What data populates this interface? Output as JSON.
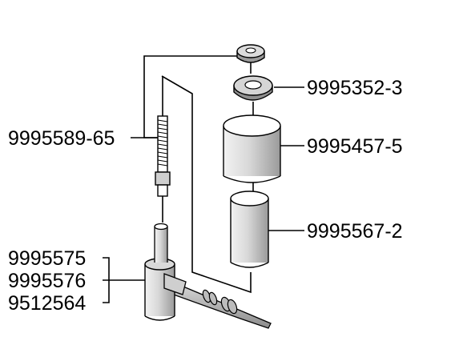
{
  "labels": {
    "nut": "9995589-65",
    "washer": "9995352-3",
    "upper_sleeve": "9995457-5",
    "lower_sleeve": "9995567-2",
    "cylinder_1": "9995575",
    "cylinder_2": "9995576",
    "cylinder_3": "9512564"
  },
  "colors": {
    "ink": "#000000",
    "light_gray": "#e6e6e6",
    "mid_gray": "#bdbdbd",
    "dark_gray": "#8a8a8a",
    "paper": "#ffffff"
  }
}
